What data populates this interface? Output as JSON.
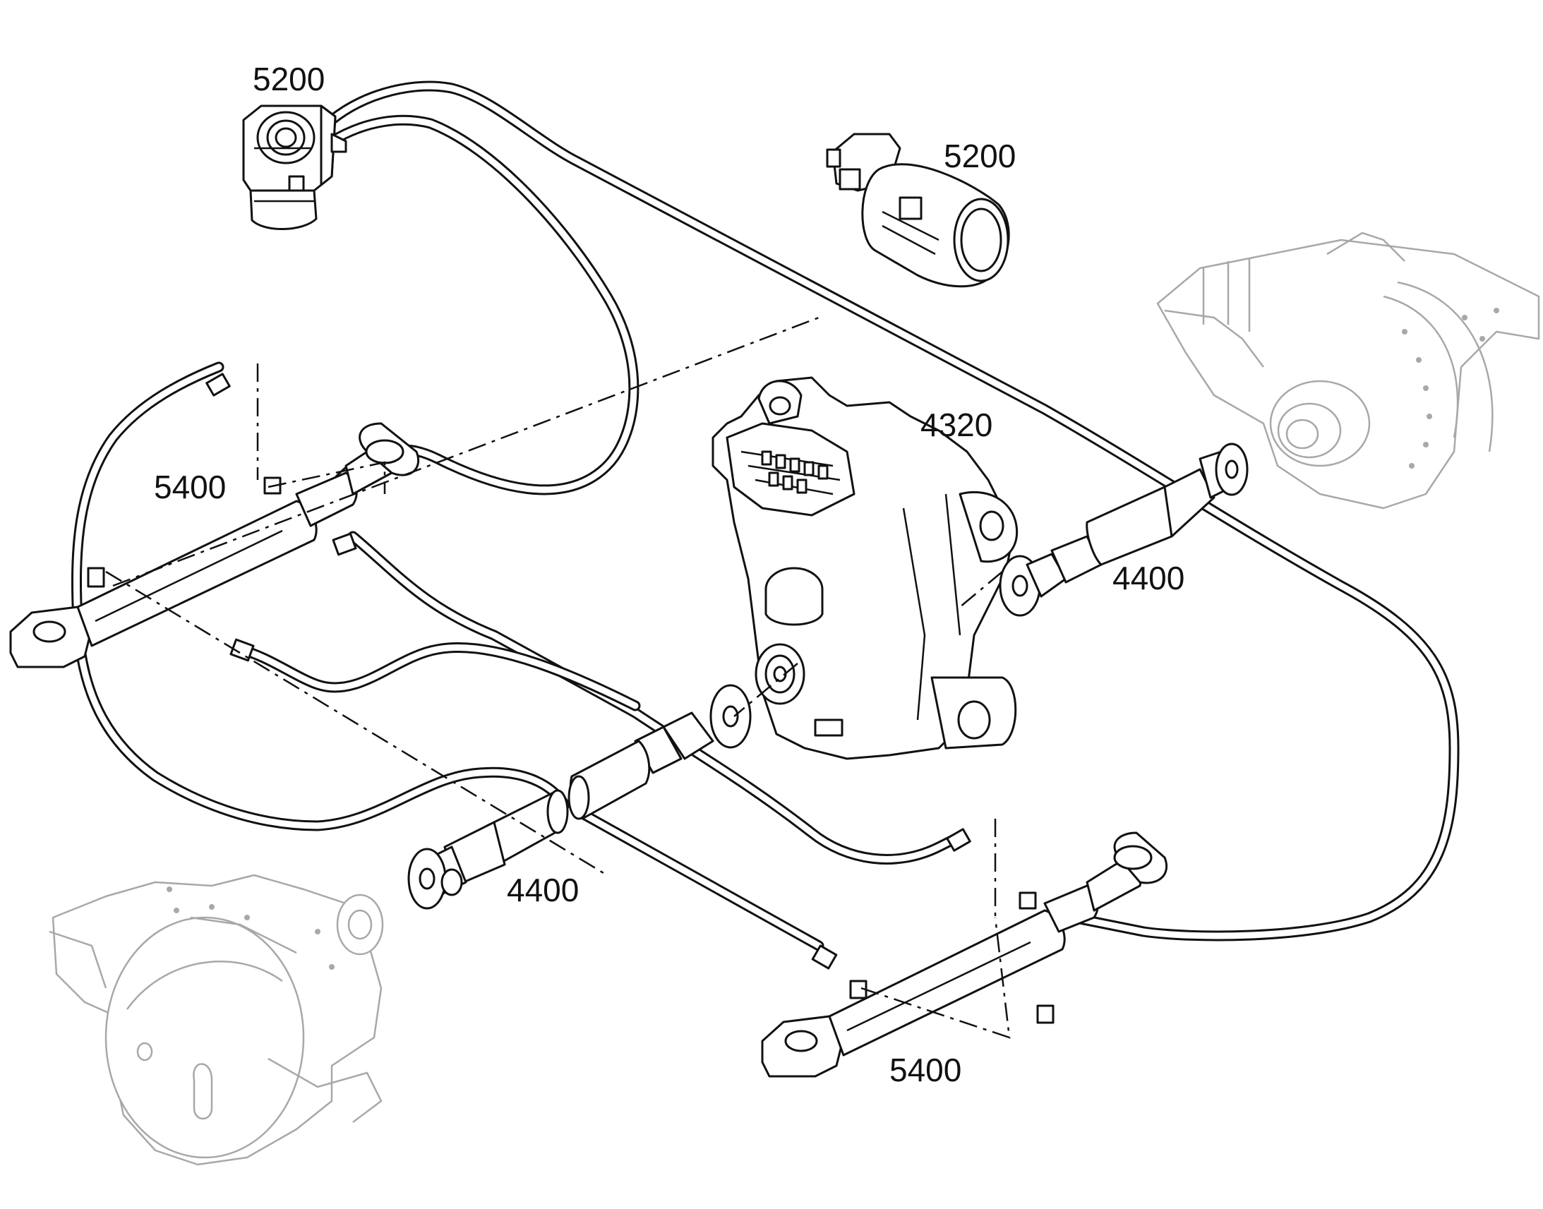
{
  "callouts": {
    "steering_unit": "5200",
    "steering_valve": "5200",
    "transfer_gearbox": "4320",
    "steering_cylinder_left": "5400",
    "steering_cylinder_right": "5400",
    "propshaft_rear": "4400",
    "propshaft_front": "4400"
  },
  "colors": {
    "line": "#111111",
    "ghost_line": "#a8a8a8",
    "background": "#ffffff"
  }
}
